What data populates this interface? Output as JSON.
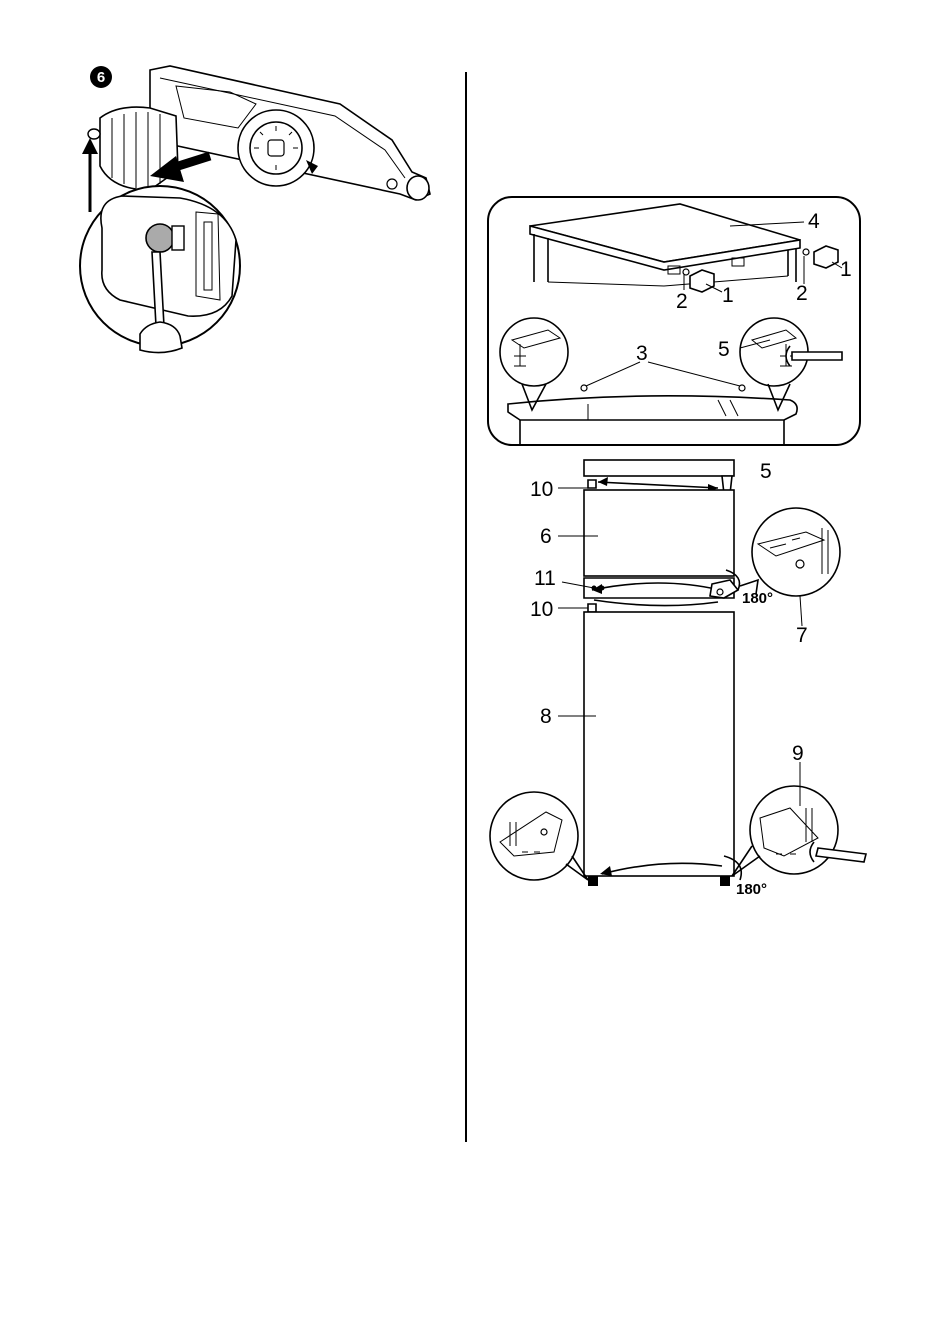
{
  "step_badge": "6",
  "callouts": {
    "one_right": "1",
    "one_left": "1",
    "two_left": "2",
    "two_right": "2",
    "three": "3",
    "four": "4",
    "five_top": "5",
    "five_mid": "5",
    "six": "6",
    "seven": "7",
    "eight": "8",
    "nine": "9",
    "ten_top": "10",
    "ten_mid": "10",
    "eleven": "11"
  },
  "rotation_mid": "180°",
  "rotation_bottom": "180°"
}
